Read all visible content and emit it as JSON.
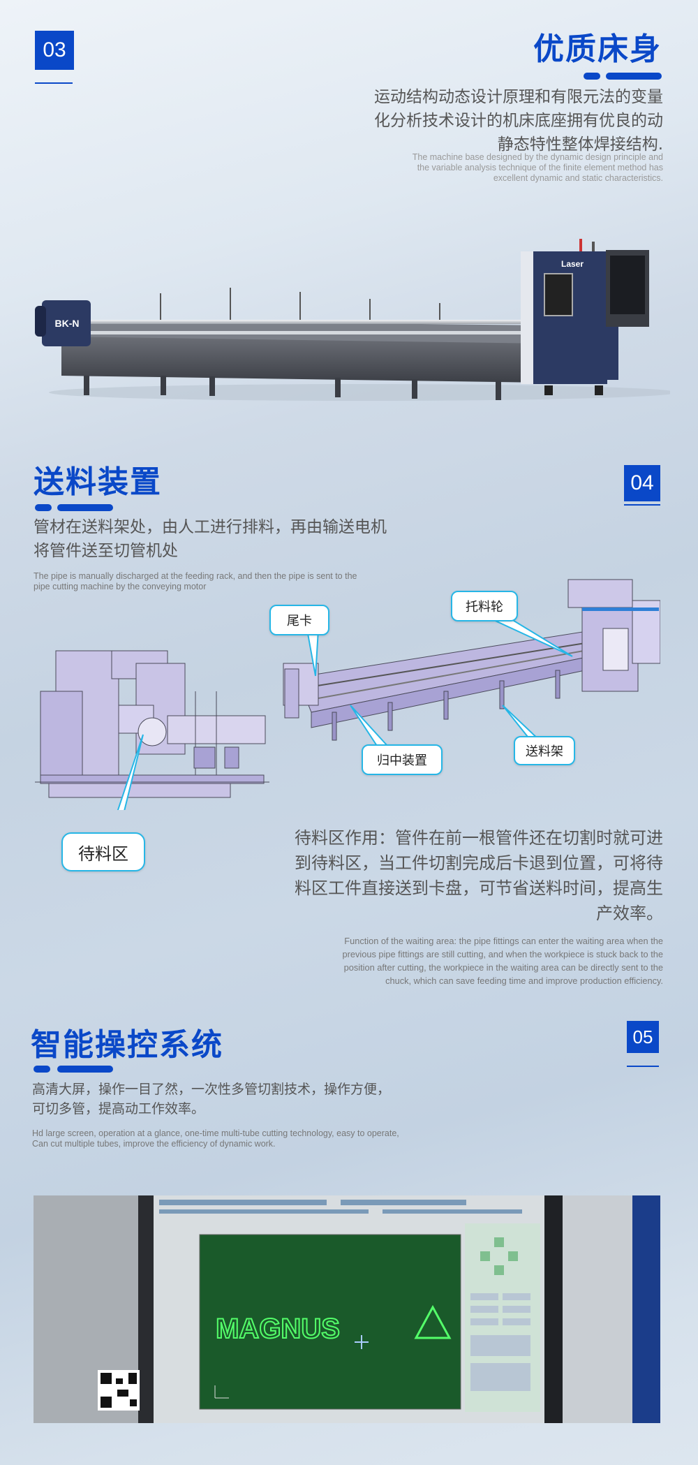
{
  "section03": {
    "number": "03",
    "title": "优质床身",
    "desc_zh": [
      "运动结构动态设计原理和有限元法的变量",
      "化分析技术设计的机床底座拥有优良的动",
      "静态特性整体焊接结构."
    ],
    "desc_en": [
      "The machine base designed by the dynamic design principle and",
      "the variable analysis technique of the finite element method has",
      "excellent dynamic and static characteristics."
    ],
    "machine_label": "BK-N",
    "cabinet_brand": "Laser"
  },
  "section04": {
    "number": "04",
    "title": "送料装置",
    "desc_zh": [
      "管材在送料架处，由人工进行排料，再由输送电机",
      "将管件送至切管机处"
    ],
    "desc_en": [
      "The pipe is manually discharged at the feeding rack, and then the pipe is sent to the",
      "pipe cutting machine by the conveying motor"
    ],
    "callouts": {
      "tail_chuck": "尾卡",
      "support_roller": "托料轮",
      "centering": "归中装置",
      "feeding_rack": "送料架",
      "waiting_area": "待料区"
    },
    "waiting_zh": [
      "待料区作用：管件在前一根管件还在切割时就可进",
      "到待料区，当工件切割完成后卡退到位置，可将待",
      "料区工件直接送到卡盘，可节省送料时间，提高生",
      "产效率。"
    ],
    "waiting_en": [
      "Function of the waiting area: the pipe fittings can enter the waiting area when the",
      "previous pipe fittings are still cutting, and when the workpiece is stuck back to the",
      "position after cutting, the workpiece in the waiting area can be directly sent to the",
      "chuck, which can save feeding time and improve production efficiency."
    ]
  },
  "section05": {
    "number": "05",
    "title": "智能操控系统",
    "desc_zh": [
      "高清大屏，操作一目了然，一次性多管切割技术，操作方便，",
      "可切多管，提高动工作效率。"
    ],
    "desc_en": [
      "Hd large screen, operation at a glance, one-time multi-tube cutting technology, easy to operate,",
      "Can cut multiple tubes, improve the efficiency of dynamic work."
    ],
    "screen_logo": "MAGNUS"
  },
  "colors": {
    "accent": "#0a48c8",
    "callout_border": "#26b6e6",
    "machine_navy": "#2c3a63",
    "screen_green": "#1a5a2a"
  }
}
